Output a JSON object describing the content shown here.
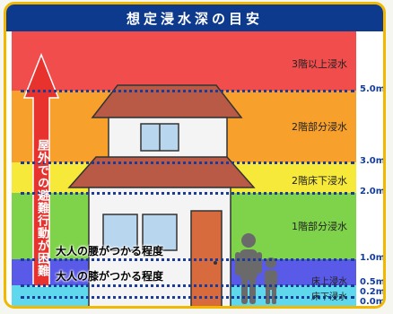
{
  "title": "想定浸水深の目安",
  "arrow_text": "屋外での避難行動が困難",
  "ticks": [
    {
      "label": "5.0m"
    },
    {
      "label": "3.0m"
    },
    {
      "label": "2.0m"
    },
    {
      "label": "1.0m"
    },
    {
      "label": "0.5m"
    },
    {
      "label": "0.2m"
    },
    {
      "label": "0.0m"
    }
  ],
  "levels": [
    {
      "label": "3階以上浸水"
    },
    {
      "label": "2階部分浸水"
    },
    {
      "label": "2階床下浸水"
    },
    {
      "label": "1階部分浸水"
    },
    {
      "label": "床上浸水"
    },
    {
      "label": "床下浸水"
    }
  ],
  "notes": {
    "waist": "大人の腰がつかる程度",
    "knee": "大人の膝がつかる程度"
  },
  "colors": {
    "red": "#f24d4d",
    "orange": "#f7a02c",
    "yellow": "#f7e93a",
    "green": "#7fd34a",
    "blue": "#5a5ae8",
    "lightblue": "#5fd8ee",
    "title_bg": "#0e3a8e",
    "border": "#f2b800"
  }
}
